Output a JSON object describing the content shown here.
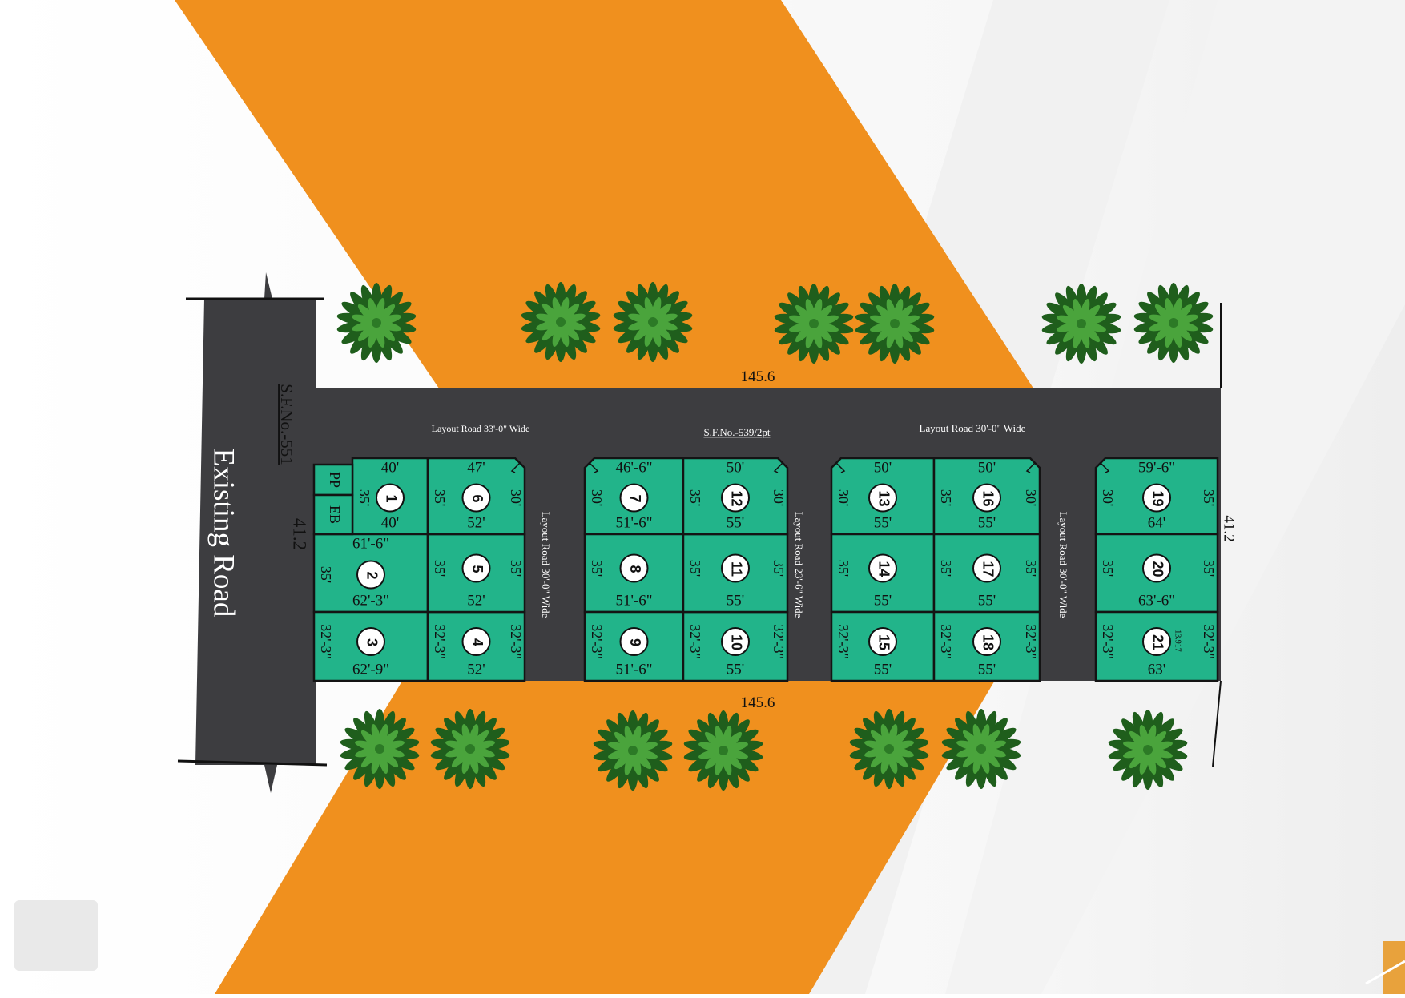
{
  "labels": {
    "existing_road": "Existing Road",
    "sf_left": "S.F.No.-551",
    "sf_main": "S.F.No.-539/2pt",
    "road_top_left": "Layout Road 33'-0\" Wide",
    "road_top_right": "Layout Road 30'-0\" Wide",
    "road_v1": "Layout Road 30'-0\" Wide",
    "road_v2": "Layout Road 23'-6\" Wide",
    "road_v3": "Layout Road 30'-0\" Wide",
    "top_length": "145.6",
    "bottom_length": "145.6",
    "left_width": "41.2",
    "right_width": "41.2",
    "pp": "PP",
    "eb": "EB",
    "small_area": "13.917"
  },
  "plots": [
    {
      "no": "1",
      "top": "40'",
      "bottom": "40'",
      "left": "35'",
      "right": ""
    },
    {
      "no": "2",
      "top": "61'-6\"",
      "bottom": "62'-3\"",
      "left": "35'",
      "right": ""
    },
    {
      "no": "3",
      "top": "",
      "bottom": "62'-9\"",
      "left": "32'-3\"",
      "right": ""
    },
    {
      "no": "4",
      "top": "",
      "bottom": "52'",
      "left": "32'-3\"",
      "right": "32'-3\""
    },
    {
      "no": "5",
      "top": "",
      "bottom": "52'",
      "left": "35'",
      "right": "35'"
    },
    {
      "no": "6",
      "top": "47'",
      "bottom": "52'",
      "left": "35'",
      "right": "30'"
    },
    {
      "no": "7",
      "top": "46'-6\"",
      "bottom": "51'-6\"",
      "left": "30'",
      "right": ""
    },
    {
      "no": "8",
      "top": "",
      "bottom": "51'-6\"",
      "left": "35'",
      "right": ""
    },
    {
      "no": "9",
      "top": "",
      "bottom": "51'-6\"",
      "left": "32'-3\"",
      "right": ""
    },
    {
      "no": "10",
      "top": "",
      "bottom": "55'",
      "left": "32'-3\"",
      "right": "32'-3\""
    },
    {
      "no": "11",
      "top": "",
      "bottom": "55'",
      "left": "35'",
      "right": "35'"
    },
    {
      "no": "12",
      "top": "50'",
      "bottom": "55'",
      "left": "35'",
      "right": "30'"
    },
    {
      "no": "13",
      "top": "50'",
      "bottom": "55'",
      "left": "30'",
      "right": ""
    },
    {
      "no": "14",
      "top": "",
      "bottom": "55'",
      "left": "35'",
      "right": ""
    },
    {
      "no": "15",
      "top": "",
      "bottom": "55'",
      "left": "32'-3\"",
      "right": ""
    },
    {
      "no": "16",
      "top": "50'",
      "bottom": "55'",
      "left": "35'",
      "right": "30'"
    },
    {
      "no": "17",
      "top": "",
      "bottom": "55'",
      "left": "35'",
      "right": "35'"
    },
    {
      "no": "18",
      "top": "",
      "bottom": "55'",
      "left": "32'-3\"",
      "right": "32'-3\""
    },
    {
      "no": "19",
      "top": "59'-6\"",
      "bottom": "64'",
      "left": "30'",
      "right": "35'"
    },
    {
      "no": "20",
      "top": "",
      "bottom": "63'-6\"",
      "left": "35'",
      "right": "35'"
    },
    {
      "no": "21",
      "top": "",
      "bottom": "63'",
      "left": "32'-3\"",
      "right": "32'-3\""
    }
  ],
  "colors": {
    "orange": "#f0901e",
    "road": "#3d3d40",
    "plot": "#22b48a",
    "plot_line": "#141414",
    "tree_dark": "#1f5e1c",
    "tree_light": "#4aa43c"
  }
}
